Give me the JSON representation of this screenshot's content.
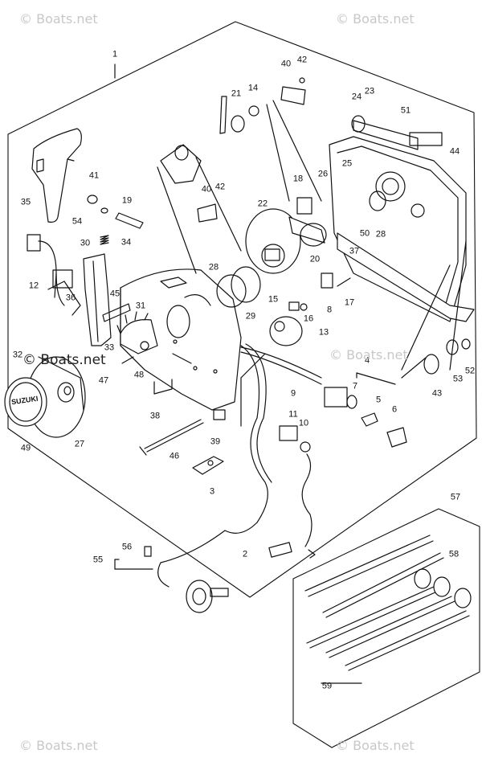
{
  "diagram": {
    "part_numbers": [
      "1",
      "2",
      "3",
      "4",
      "5",
      "6",
      "7",
      "8",
      "9",
      "10",
      "11",
      "12",
      "13",
      "15",
      "16",
      "17",
      "18",
      "19",
      "20",
      "21",
      "22",
      "23",
      "24",
      "25",
      "26",
      "27",
      "28",
      "29",
      "30",
      "31",
      "32",
      "33",
      "34",
      "35",
      "36",
      "37",
      "38",
      "39",
      "40",
      "41",
      "42",
      "43",
      "44",
      "45",
      "46",
      "47",
      "48",
      "49",
      "50",
      "51",
      "53",
      "54",
      "55",
      "56",
      "57",
      "58",
      "59"
    ],
    "extra_labels": {
      "n14": "14",
      "n28b": "28",
      "n40b": "40",
      "n42b": "42",
      "n52": "52"
    },
    "badge_text": "SUZUKI",
    "watermark": "© Boats.net"
  }
}
